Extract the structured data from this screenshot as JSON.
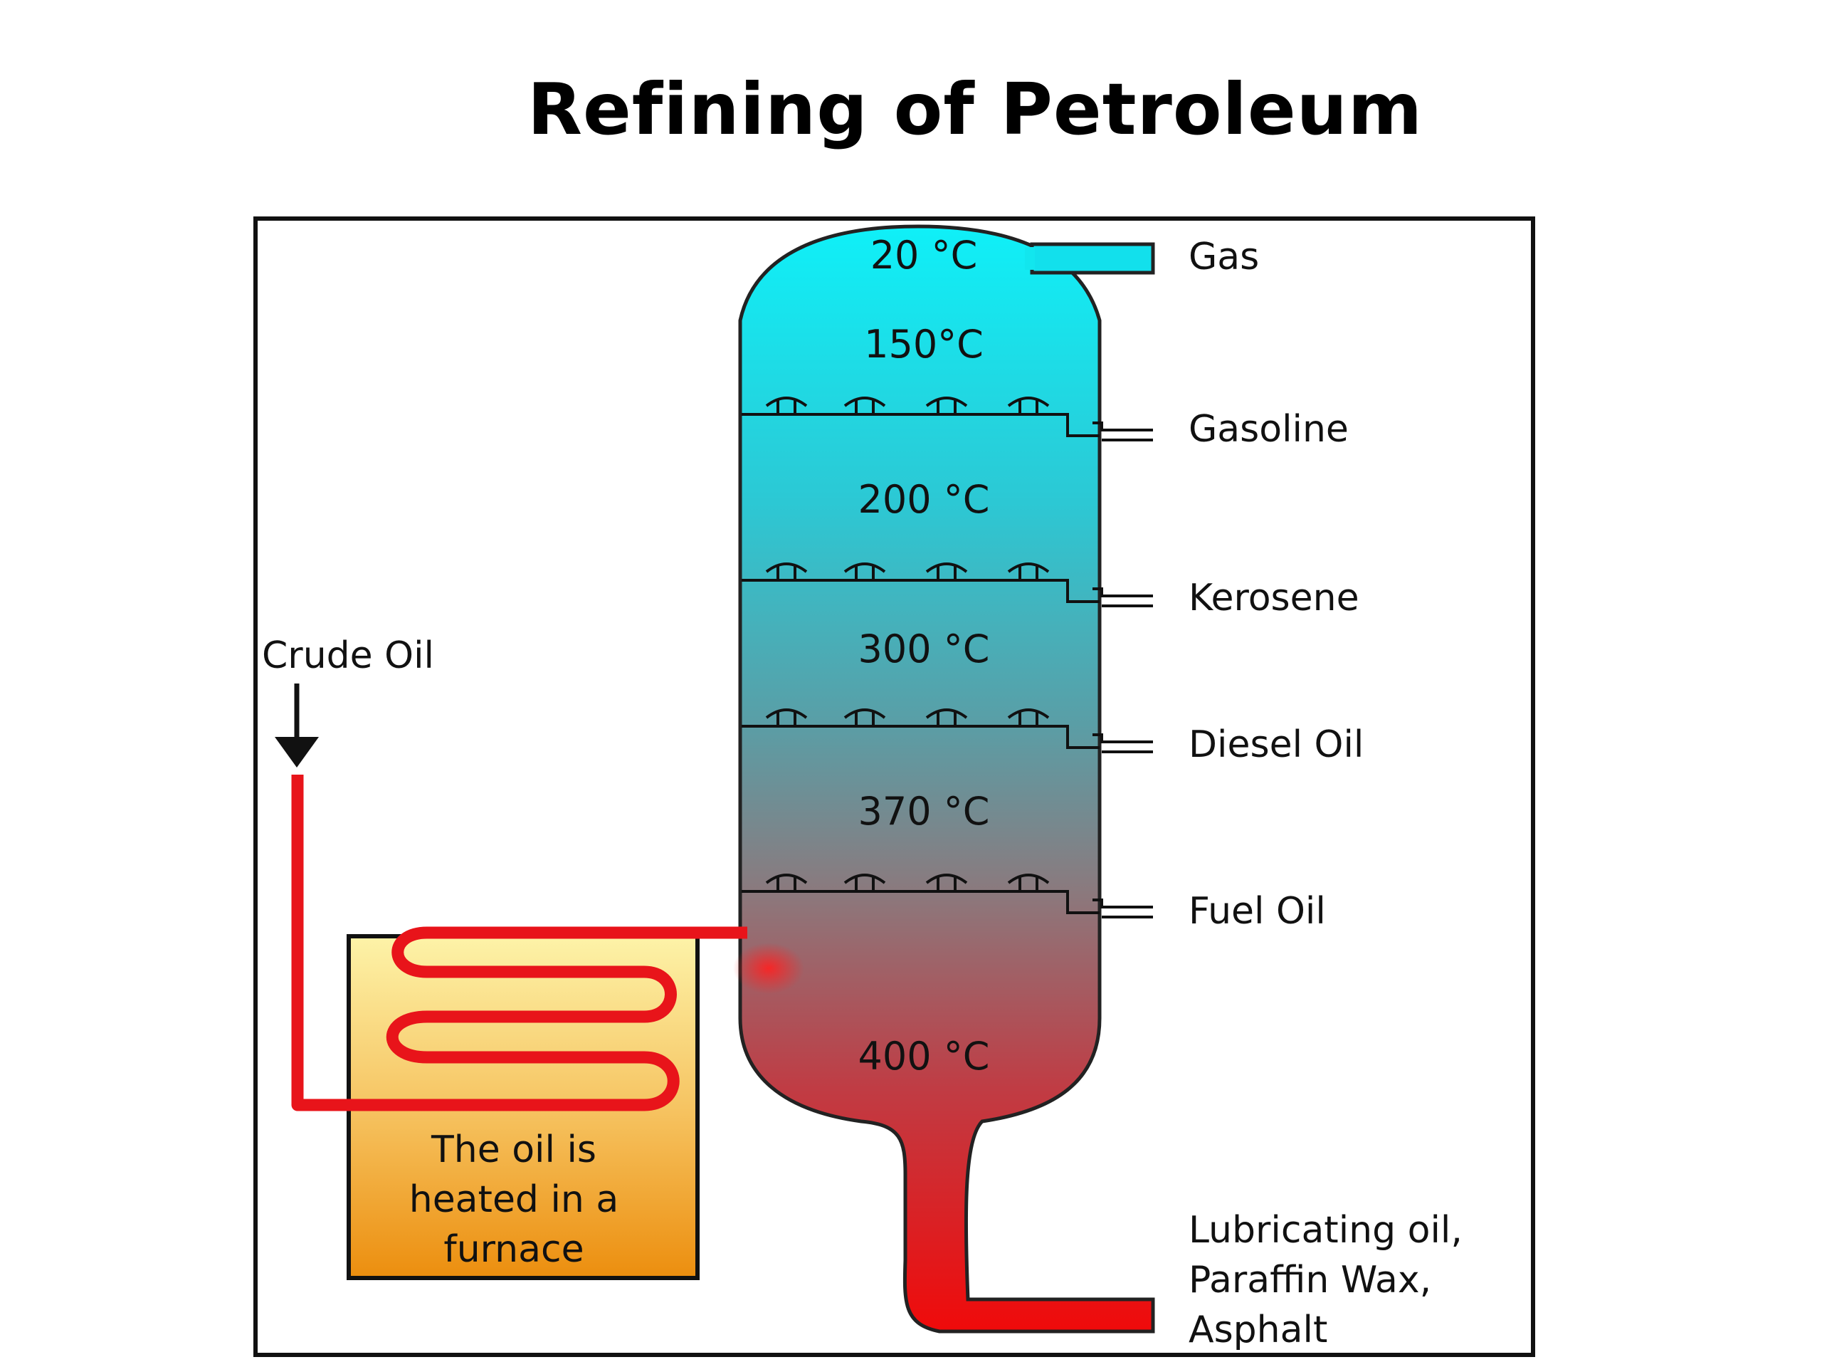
{
  "title": "Refining of Petroleum",
  "temperatures": [
    "20 °C",
    "150°C",
    "200 °C",
    "300 °C",
    "370 °C",
    "400 °C"
  ],
  "products": {
    "gas": "Gas",
    "gasoline": "Gasoline",
    "kerosene": "Kerosene",
    "diesel": "Diesel Oil",
    "fuel": "Fuel Oil",
    "residue": [
      "Lubricating oil,",
      "Paraffin Wax,",
      "Asphalt"
    ]
  },
  "input": "Crude Oil",
  "furnace_label": [
    "The oil is",
    "heated in a",
    "furnace"
  ],
  "colors": {
    "column_top": "#10e8f0",
    "column_mid": "#5aa0a8",
    "column_bottom": "#e21f24",
    "pipe": "#e8141a",
    "furnace_top": "#fdf0a0",
    "furnace_bottom": "#ef9612"
  }
}
